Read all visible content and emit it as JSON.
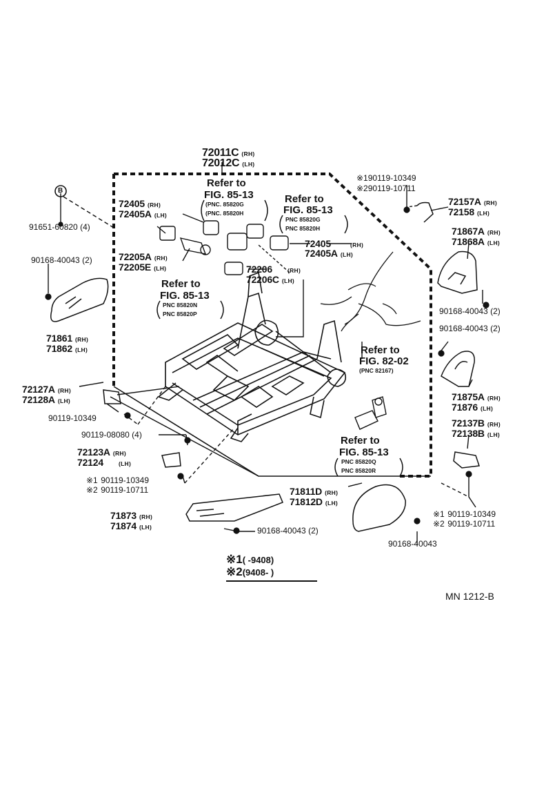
{
  "labels": {
    "p72011c": "72011C",
    "p72012c": "72012C",
    "p90119_10349_top": "90119-10349",
    "p90119_10711_top": "90119-10711",
    "p72157a": "72157A",
    "p72158": "72158",
    "p72405_a": "72405",
    "p72405a_a": "72405A",
    "p91651": "91651-60820 (4)",
    "p90168_l": "90168-40043 (2)",
    "p72205a": "72205A",
    "p72205e": "72205E",
    "p71861": "71861",
    "p71862": "71862",
    "p72405_b": "72405",
    "p72405a_b": "72405A",
    "p72206": "72206",
    "p72206c": "72206C",
    "p71867a": "71867A",
    "p71868a": "71868A",
    "p90168_r1": "90168-40043 (2)",
    "p90168_r2": "90168-40043 (2)",
    "p71875a": "71875A",
    "p71876": "71876",
    "p72137b": "72137B",
    "p72138b": "72138B",
    "p72127a": "72127A",
    "p72128a": "72128A",
    "p90119_10349_l": "90119-10349",
    "p90119_08080": "90119-08080 (4)",
    "p72123a": "72123A",
    "p72124": "72124",
    "p90119_10349_b": "90119-10349",
    "p90119_10711_b": "90119-10711",
    "p71811d": "71811D",
    "p71812d": "71812D",
    "p71873": "71873",
    "p71874": "71874",
    "p90168_b": "90168-40043 (2)",
    "p90119_10349_r": "90119-10349",
    "p90119_10711_r": "90119-10711",
    "p90168_single": "90168-40043"
  },
  "sides": {
    "rh": "(RH)",
    "lh": "(LH)"
  },
  "marks": {
    "m1": "※1",
    "m2": "※2"
  },
  "circle_b": "B",
  "refs": {
    "r1_l1": "Refer to",
    "r1_l2": "FIG. 85-13",
    "r1_p1": "(PNC. 85820G",
    "r1_p2": "(PNC. 85820H",
    "r2_l1": "Refer to",
    "r2_l2": "FIG. 85-13",
    "r2_p1": "PNC 85820G",
    "r2_p2": "PNC 85820H",
    "r3_l1": "Refer to",
    "r3_l2": "FIG. 85-13",
    "r3_p1": "PNC 85820N",
    "r3_p2": "PNC 85820P",
    "r4_l1": "Refer to",
    "r4_l2": "FIG. 82-02",
    "r4_p1": "(PNC 82167)",
    "r5_l1": "Refer to",
    "r5_l2": "FIG. 85-13",
    "r5_p1": "PNC 85820Q",
    "r5_p2": "PNC 85820R"
  },
  "legend": {
    "l1_mark": "※1",
    "l1_text": "(        -9408)",
    "l2_mark": "※2",
    "l2_text": "(9408-         )"
  },
  "footer": "MN  1212-B"
}
